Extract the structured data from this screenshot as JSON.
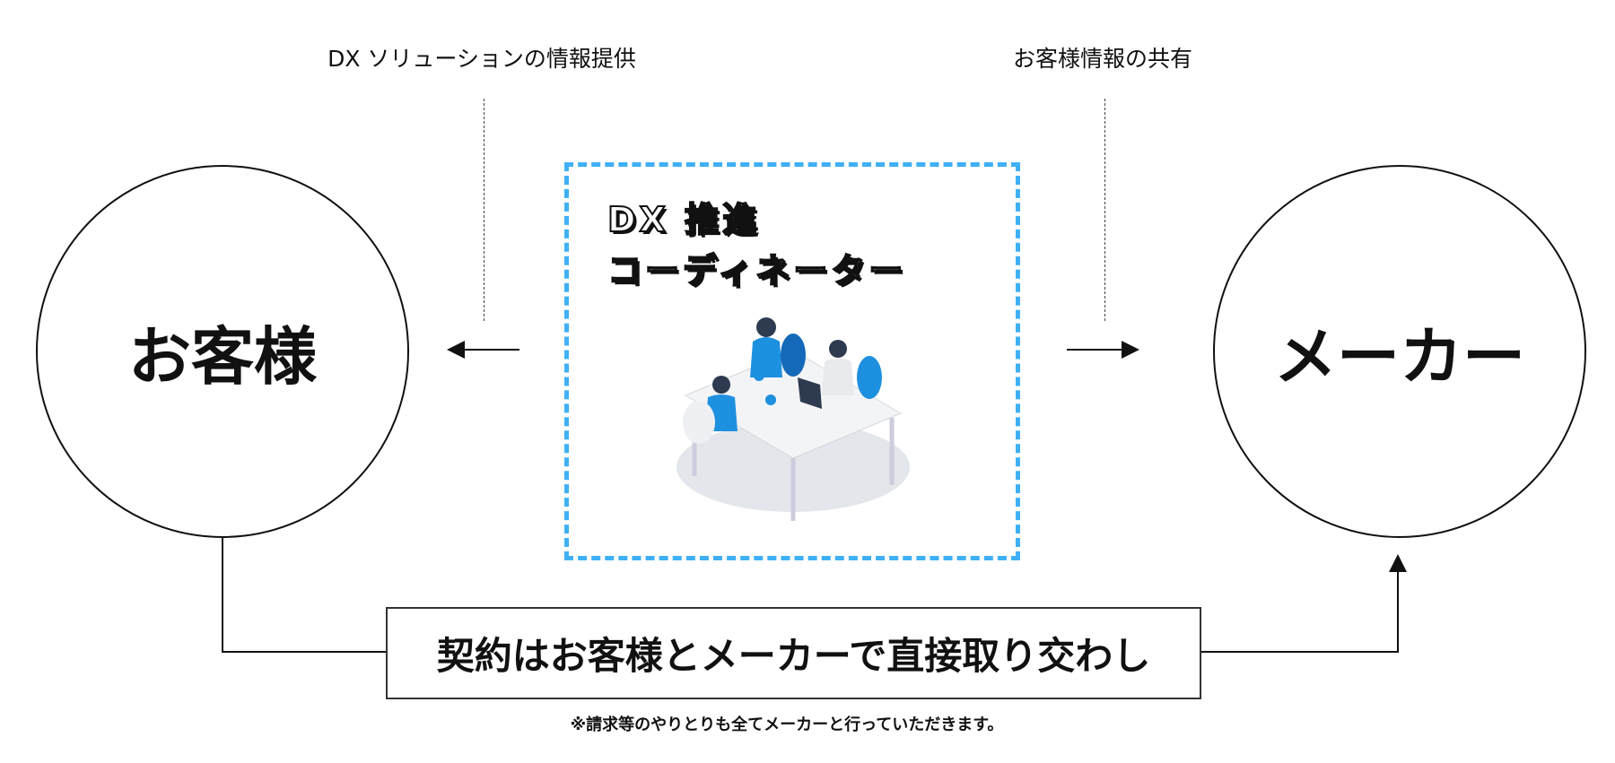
{
  "labels": {
    "left_top": "DX ソリューションの情報提供",
    "right_top": "お客様情報の共有"
  },
  "nodes": {
    "customer": "お客様",
    "maker": "メーカー"
  },
  "coordinator": {
    "line1": "DX 推進",
    "line2": "コーディネーター"
  },
  "contract": "契約はお客様とメーカーで直接取り交わし",
  "note": "※請求等のやりとりも全てメーカーと行っていただきます。",
  "colors": {
    "accent": "#3fb0f5",
    "illustration_blue": "#1e90e0"
  }
}
